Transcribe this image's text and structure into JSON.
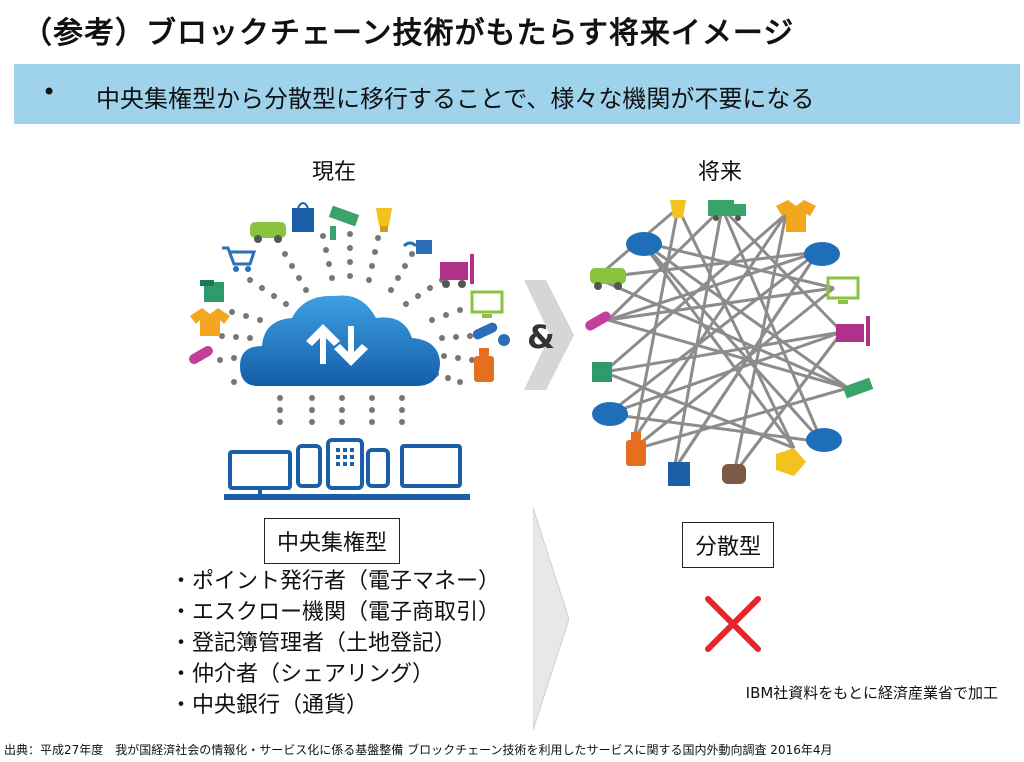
{
  "title": "（参考）ブロックチェーン技術がもたらす将来イメージ",
  "banner": {
    "bullet": "•",
    "text": "中央集権型から分散型に移行することで、様々な機関が不要になる"
  },
  "current": {
    "label": "現在",
    "box_label": "中央集権型",
    "items": [
      "・ポイント発行者（電子マネー）",
      "・エスクロー機関（電子商取引）",
      "・登記簿管理者（土地登記）",
      "・仲介者（シェアリング）",
      "・中央銀行（通貨）"
    ]
  },
  "future": {
    "label": "将来",
    "box_label": "分散型"
  },
  "connector": {
    "ampersand": "&"
  },
  "source_note": "IBM社資料をもとに経済産業省で加工",
  "footer": "出典：平成27年度　我が国経済社会の情報化・サービス化に係る基盤整備 ブロックチェーン技術を利用したサービスに関する国内外動向調査 2016年4月",
  "colors": {
    "banner": "#9fd3ec",
    "cloud": "#1e6fb8",
    "network_line": "#8c8c8c",
    "cross": "#e3262a",
    "device": "#1a5fa8"
  },
  "icons": [
    "car-icon",
    "shopping-bag-icon",
    "cctv-icon",
    "lightbulb-icon",
    "cart-icon",
    "signal-icon",
    "forklift-icon",
    "ticket-icon",
    "monitor-icon",
    "shirt-icon",
    "pills-icon",
    "bottle-icon",
    "cloud-icon",
    "laptop-icon",
    "phone-icon",
    "tablet-icon",
    "truck-icon",
    "bread-icon",
    "tag-icon"
  ]
}
